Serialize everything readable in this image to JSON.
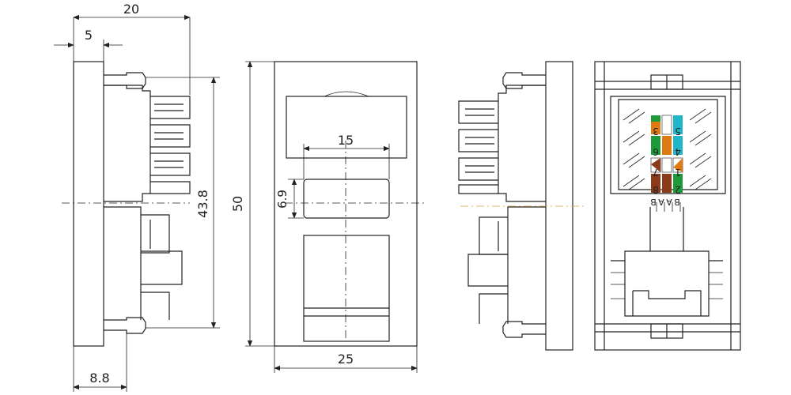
{
  "dimensions": {
    "side_total_width": "20",
    "side_plate_thickness": "5",
    "side_inner_height": "43.8",
    "side_bottom_width": "8.8",
    "front_height": "50",
    "front_width": "25",
    "front_window_width": "15",
    "front_window_height": "6.9"
  },
  "terminal_labels": {
    "top_left": "3",
    "top_right": "5",
    "second_left": "6",
    "second_right": "4",
    "third_left": "7",
    "third_right": "1",
    "bottom_left": "8",
    "bottom_right": "2"
  },
  "pair_labels": [
    "B",
    "A",
    "A",
    "B"
  ],
  "colors": {
    "green": "#1f9a3a",
    "orange": "#e07a12",
    "cyan": "#1fb6c8",
    "brown": "#8b3a1a",
    "line": "#222222",
    "centerline_right": "#d9a050"
  }
}
